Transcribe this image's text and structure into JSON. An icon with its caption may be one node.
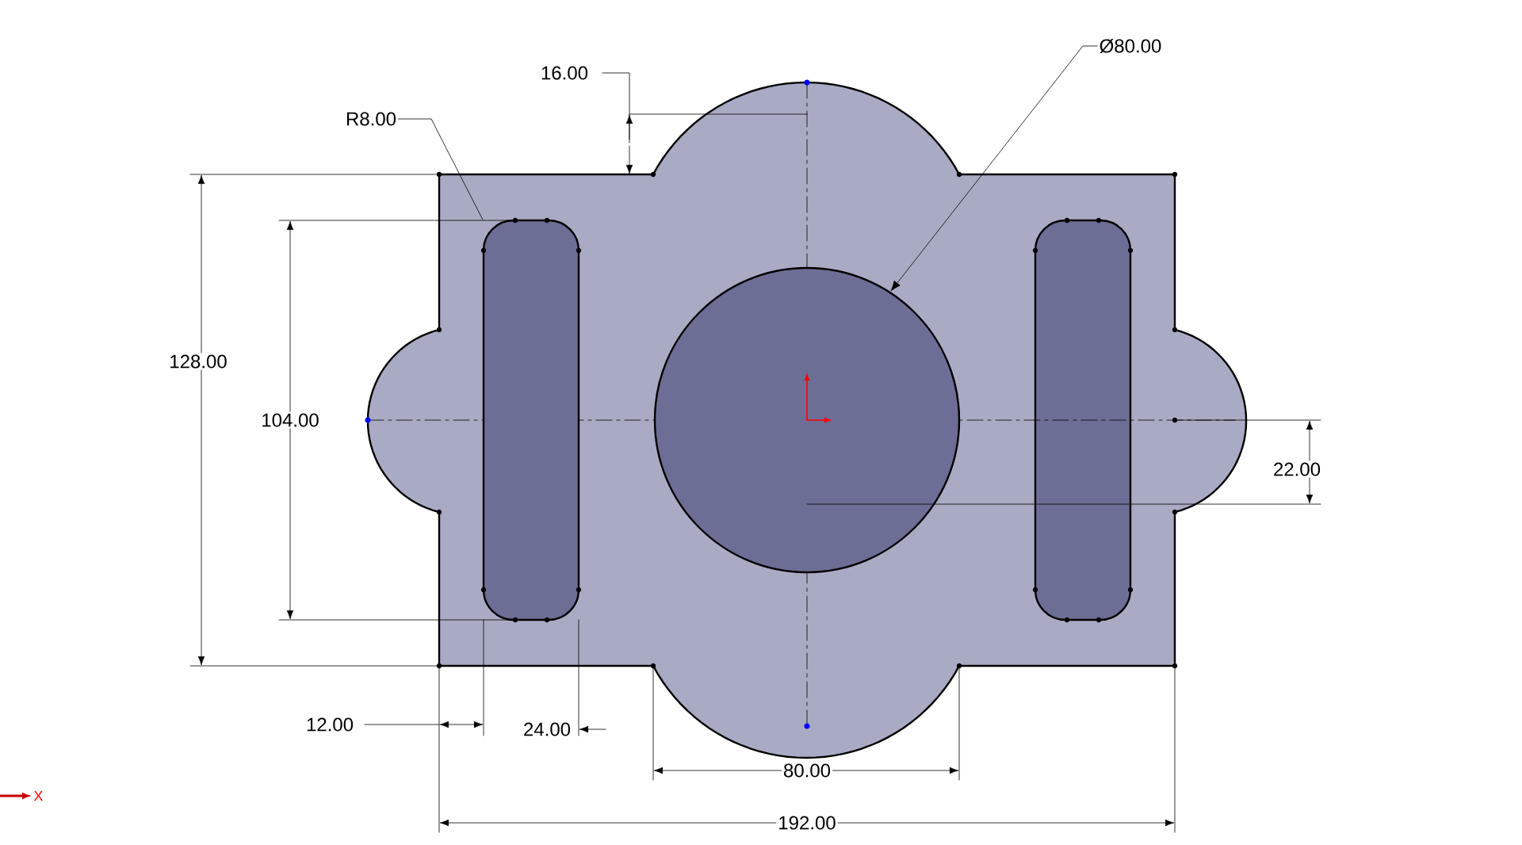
{
  "diagram": {
    "nodes": [
      {
        "text": [
          "R8.00"
        ]
      },
      {
        "text": [],
        "shape": "box"
      },
      {
        "text": [
          "Ø80.00"
        ]
      },
      {
        "text": [],
        "shape": "circle"
      }
    ],
    "edges": [
      {
        "from": 0,
        "to": 1,
        "arrow": "none"
      },
      {
        "from": 2,
        "to": 3,
        "arrow": "to"
      }
    ],
    "labels": [
      "16.00",
      "128.00",
      "104.00",
      "22.00",
      "12.00",
      "24.00",
      "80.00",
      "192.00",
      "X"
    ]
  }
}
